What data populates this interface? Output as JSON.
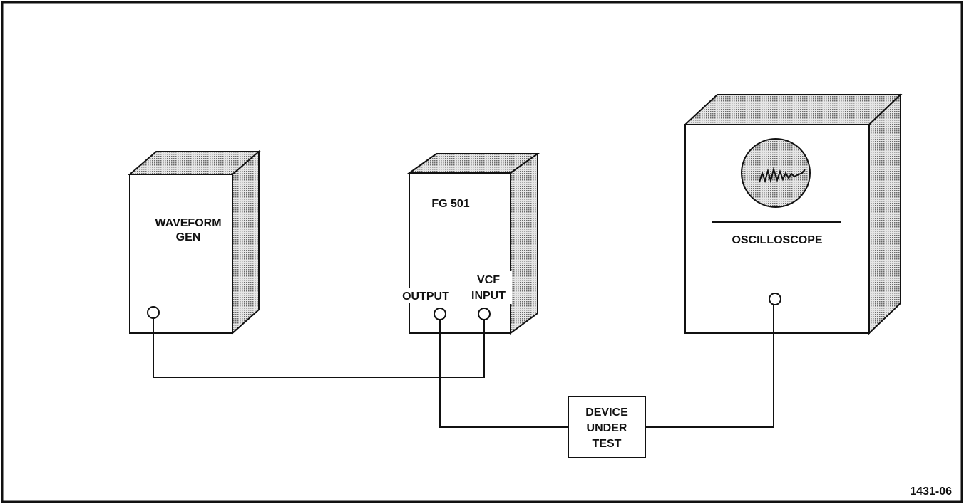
{
  "figure_number": "1431-06",
  "devices": {
    "waveform_gen": {
      "label_lines": [
        "WAVEFORM",
        "GEN"
      ]
    },
    "fg501": {
      "label": "FG 501",
      "output_label": "OUTPUT",
      "vcf_input_lines": [
        "VCF",
        "INPUT"
      ]
    },
    "oscilloscope": {
      "label": "OSCILLOSCOPE"
    },
    "dut": {
      "label_lines": [
        "DEVICE",
        "UNDER",
        "TEST"
      ]
    }
  },
  "connections": [
    {
      "from": "waveform_gen.output",
      "to": "fg501.vcf_input"
    },
    {
      "from": "fg501.output",
      "to": "dut"
    },
    {
      "from": "dut",
      "to": "oscilloscope.input"
    }
  ],
  "colors": {
    "line": "#111111",
    "shade": "#bdbdbd",
    "background": "#ffffff"
  }
}
